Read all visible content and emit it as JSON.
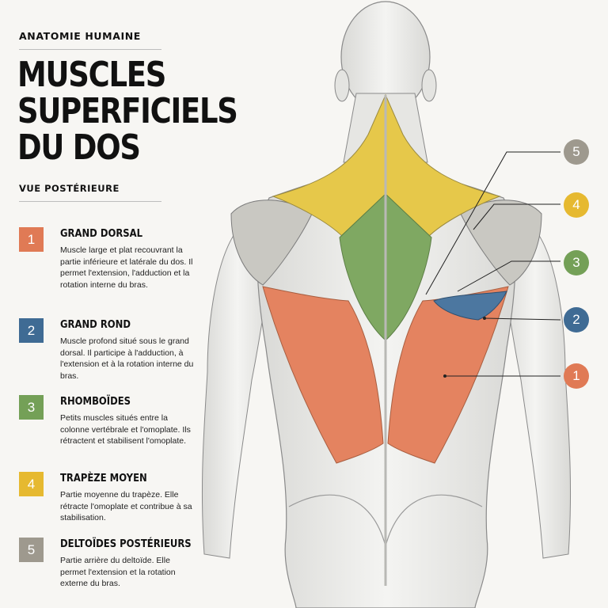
{
  "header": {
    "kicker": "ANATOMIE HUMAINE",
    "title_lines": [
      "MUSCLES",
      "SUPERFICIELS",
      "DU DOS"
    ],
    "subtitle": "VUE POSTÉRIEURE"
  },
  "legend": [
    {
      "number": "1",
      "name": "GRAND DORSAL",
      "color": "#e07a55",
      "description": "Muscle large et plat recouvrant la partie inférieure et latérale du dos. Il permet l'extension, l'adduction et la rotation interne du bras."
    },
    {
      "number": "2",
      "name": "GRAND ROND",
      "color": "#3f6b94",
      "description": "Muscle profond situé sous le grand dorsal. Il participe à l'adduction, à l'extension et à la rotation interne du bras."
    },
    {
      "number": "3",
      "name": "RHOMBOÏDES",
      "color": "#74a057",
      "description": "Petits muscles situés entre la colonne vertébrale et l'omoplate. Ils rétractent et stabilisent l'omoplate."
    },
    {
      "number": "4",
      "name": "TRAPÈZE MOYEN",
      "color": "#e6b930",
      "description": "Partie moyenne du trapèze. Elle rétracte l'omoplate et contribue à sa stabilisation."
    },
    {
      "number": "5",
      "name": "DELTOÏDES POSTÉRIEURS",
      "color": "#9e998e",
      "description": "Partie arrière du deltoïde. Elle permet l'extension et la rotation externe du bras."
    }
  ],
  "callouts": [
    {
      "number": "5",
      "color": "#9e998e"
    },
    {
      "number": "4",
      "color": "#e6b930"
    },
    {
      "number": "3",
      "color": "#74a057"
    },
    {
      "number": "2",
      "color": "#3f6b94"
    },
    {
      "number": "1",
      "color": "#e07a55"
    }
  ]
}
